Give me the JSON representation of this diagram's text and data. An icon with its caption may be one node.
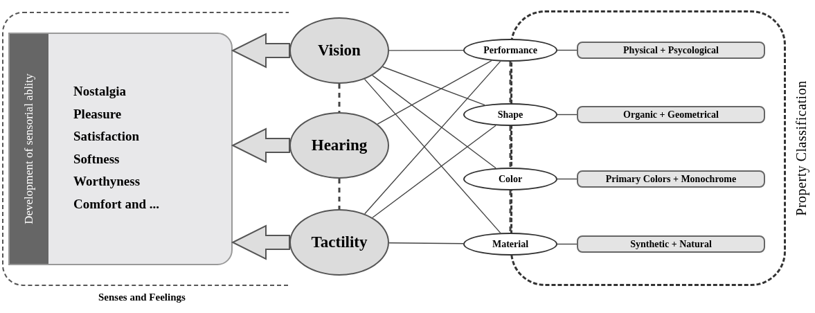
{
  "diagram": {
    "nodes": [
      {
        "text": [
          "Senses and Feelings"
        ]
      },
      {
        "text": [
          "Development of sensorial ablity",
          "Nostalgia",
          "Pleasure",
          "Satisfaction",
          "Softness",
          "Worthyness",
          "Comfort and ..."
        ],
        "in": 0
      },
      {
        "text": [
          "Vision"
        ]
      },
      {
        "text": [
          "Hearing"
        ]
      },
      {
        "text": [
          "Tactility"
        ]
      },
      {
        "text": [
          "Property Classification"
        ]
      },
      {
        "text": [
          "Performance"
        ]
      },
      {
        "text": [
          "Physical + Psycological"
        ],
        "in": 5
      },
      {
        "text": [
          "Shape"
        ]
      },
      {
        "text": [
          "Organic + Geometrical"
        ],
        "in": 5
      },
      {
        "text": [
          "Color"
        ]
      },
      {
        "text": [
          "Primary Colors + Monochrome"
        ],
        "in": 5
      },
      {
        "text": [
          "Material"
        ]
      },
      {
        "text": [
          "Synthetic + Natural"
        ],
        "in": 5
      }
    ],
    "edges": [
      {
        "from": 2,
        "to": 1,
        "arrow": "to",
        "style": "thick"
      },
      {
        "from": 3,
        "to": 1,
        "arrow": "to",
        "style": "thick"
      },
      {
        "from": 4,
        "to": 1,
        "arrow": "to",
        "style": "thick"
      },
      {
        "from": 2,
        "to": 3,
        "arrow": "none",
        "style": "dashed"
      },
      {
        "from": 3,
        "to": 4,
        "arrow": "none",
        "style": "dashed"
      },
      {
        "from": 2,
        "to": 6,
        "arrow": "none"
      },
      {
        "from": 2,
        "to": 8,
        "arrow": "none"
      },
      {
        "from": 2,
        "to": 10,
        "arrow": "none"
      },
      {
        "from": 2,
        "to": 12,
        "arrow": "none"
      },
      {
        "from": 3,
        "to": 6,
        "arrow": "none"
      },
      {
        "from": 4,
        "to": 6,
        "arrow": "none"
      },
      {
        "from": 4,
        "to": 8,
        "arrow": "none"
      },
      {
        "from": 4,
        "to": 12,
        "arrow": "none"
      },
      {
        "from": 6,
        "to": 8,
        "arrow": "none",
        "style": "dashed"
      },
      {
        "from": 8,
        "to": 10,
        "arrow": "none",
        "style": "dashed"
      },
      {
        "from": 10,
        "to": 12,
        "arrow": "none",
        "style": "dashed"
      },
      {
        "from": 6,
        "to": 7,
        "arrow": "none"
      },
      {
        "from": 8,
        "to": 9,
        "arrow": "none"
      },
      {
        "from": 10,
        "to": 11,
        "arrow": "none"
      },
      {
        "from": 12,
        "to": 13,
        "arrow": "none"
      }
    ]
  }
}
